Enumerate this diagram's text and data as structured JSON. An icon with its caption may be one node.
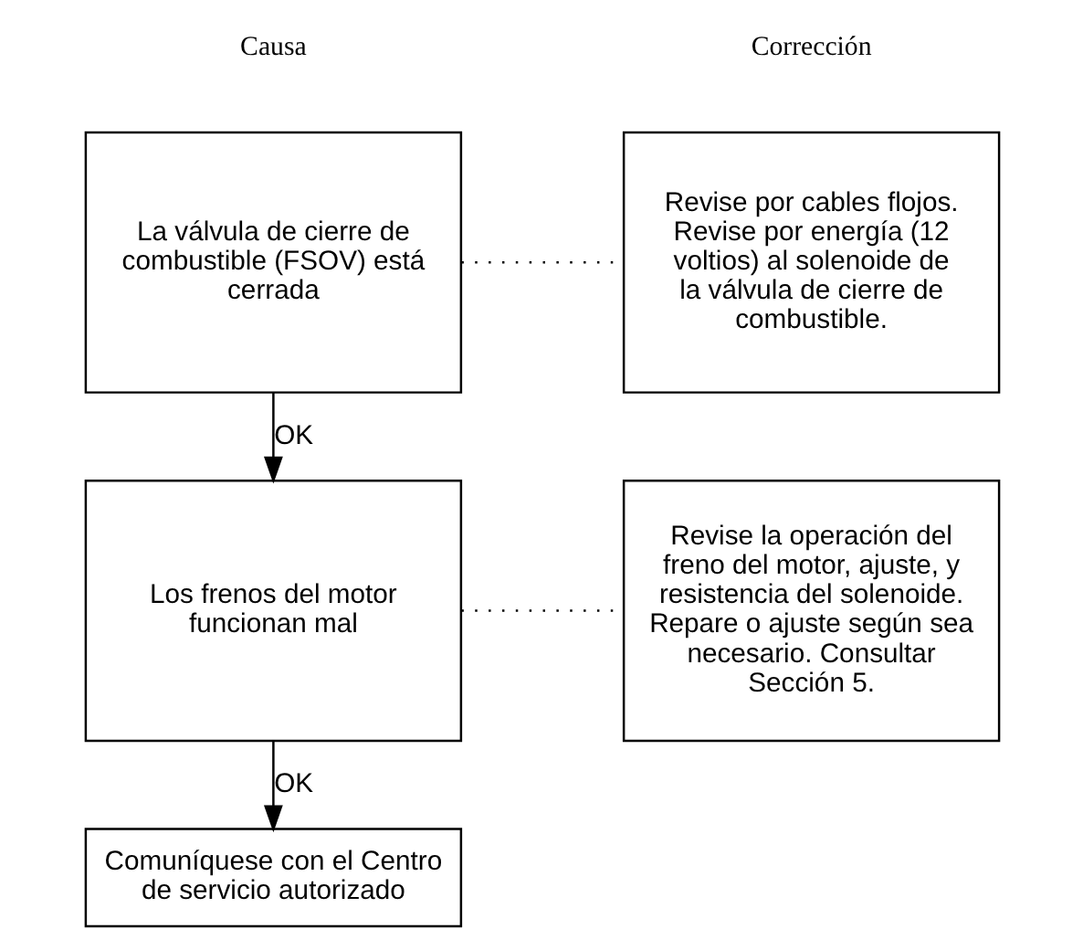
{
  "diagram": {
    "nodes": [
      {
        "text": [
          "La válvula de cierre de combustible (FSOV) está cerrada"
        ]
      },
      {
        "text": [
          "Revise por cables flojos. Revise por energía (12 voltios) al solenoide de la válvula de cierre de combustible."
        ]
      },
      {
        "text": [
          "Los frenos del motor funcionan mal"
        ]
      },
      {
        "text": [
          "Revise la operación del freno del motor, ajuste, y resistencia del solenoide. Repare o ajuste según sea necesario. Consultar Sección 5."
        ]
      },
      {
        "text": [
          "Comuníquese con el Centro de servicio autorizado"
        ]
      }
    ],
    "edges": [
      {
        "from": 0,
        "to": 1,
        "arrow": "none",
        "style": "dashed"
      },
      {
        "from": 0,
        "to": 2,
        "arrow": "to",
        "label": "OK"
      },
      {
        "from": 2,
        "to": 3,
        "arrow": "none",
        "style": "dashed"
      },
      {
        "from": 2,
        "to": 4,
        "arrow": "to",
        "label": "OK"
      }
    ],
    "labels": [
      "Causa",
      "Corrección"
    ]
  }
}
